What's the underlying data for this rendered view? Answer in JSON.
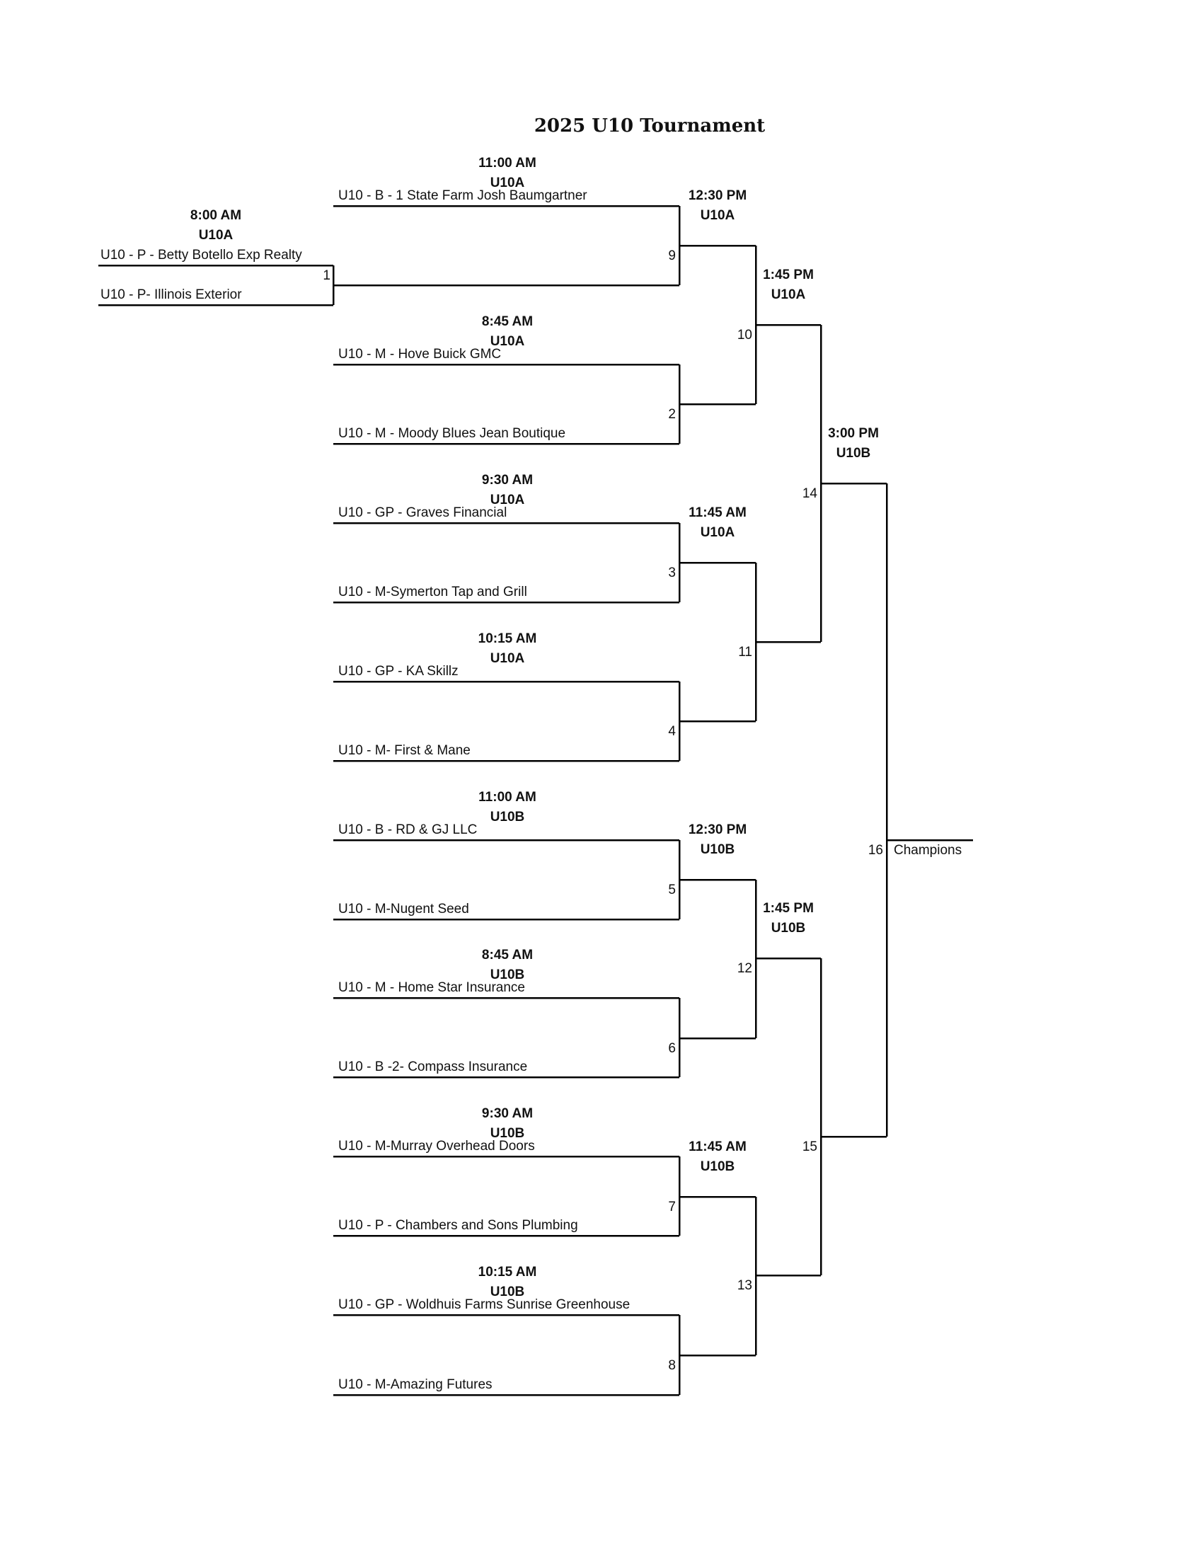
{
  "title": "2025 U10 Tournament",
  "champion_label": "Champions",
  "champion_game": "16",
  "first_round": [
    {
      "game": "1",
      "time": "8:00 AM",
      "division": "U10A",
      "teams": [
        "U10 - P - Betty Botello Exp Realty",
        "U10 - P- Illinois Exterior"
      ]
    }
  ],
  "second_round": [
    {
      "game": "9",
      "time": "11:00 AM",
      "division": "U10A",
      "teams": [
        "U10 - B - 1 State Farm Josh Baumgartner",
        ""
      ]
    },
    {
      "game": "2",
      "time": "8:45 AM",
      "division": "U10A",
      "teams": [
        "U10 - M - Hove Buick GMC",
        "U10 - M - Moody Blues Jean Boutique"
      ]
    },
    {
      "game": "3",
      "time": "9:30 AM",
      "division": "U10A",
      "teams": [
        "U10 - GP - Graves Financial",
        "U10 - M-Symerton Tap and Grill"
      ]
    },
    {
      "game": "4",
      "time": "10:15 AM",
      "division": "U10A",
      "teams": [
        "U10 - GP - KA Skillz",
        "U10 - M- First & Mane"
      ]
    },
    {
      "game": "5",
      "time": "11:00 AM",
      "division": "U10B",
      "teams": [
        "U10 - B - RD & GJ  LLC",
        "U10 - M-Nugent Seed"
      ]
    },
    {
      "game": "6",
      "time": "8:45 AM",
      "division": "U10B",
      "teams": [
        "U10 - M - Home Star Insurance",
        "U10 - B -2- Compass Insurance"
      ]
    },
    {
      "game": "7",
      "time": "9:30 AM",
      "division": "U10B",
      "teams": [
        "U10 - M-Murray Overhead Doors",
        "U10 - P - Chambers and Sons Plumbing"
      ]
    },
    {
      "game": "8",
      "time": "10:15 AM",
      "division": "U10B",
      "teams": [
        "U10 - GP - Woldhuis Farms Sunrise Greenhouse",
        "U10 - M-Amazing Futures"
      ]
    }
  ],
  "third_round": [
    {
      "game": "10",
      "time": "12:30 PM",
      "division": "U10A"
    },
    {
      "game": "11",
      "time": "11:45 AM",
      "division": "U10A"
    },
    {
      "game": "12",
      "time": "12:30 PM",
      "division": "U10B"
    },
    {
      "game": "13",
      "time": "11:45 AM",
      "division": "U10B"
    }
  ],
  "semifinals": [
    {
      "game": "14",
      "time": "1:45 PM",
      "division": "U10A"
    },
    {
      "game": "15",
      "time": "1:45 PM",
      "division": "U10B"
    }
  ],
  "final": {
    "game": "16",
    "time": "3:00 PM",
    "division": "U10B"
  }
}
